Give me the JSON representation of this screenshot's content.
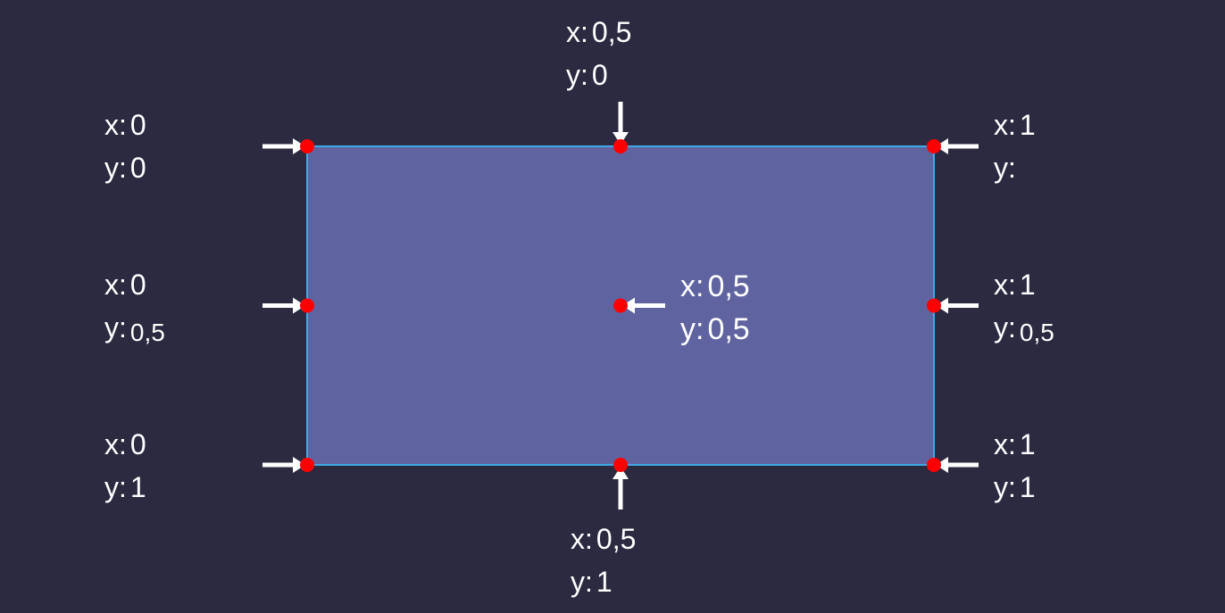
{
  "colors": {
    "background": "#2b2a40",
    "rect_fill": "#5f64a1",
    "rect_stroke": "#3fa9e6",
    "point": "#ff0000",
    "arrow": "#ffffff",
    "text": "#ffffff"
  },
  "points": [
    {
      "id": "top-left",
      "x_label": "x:",
      "x_value": "0",
      "y_label": "y:",
      "y_value": "0",
      "arrow_from": "left"
    },
    {
      "id": "top-center",
      "x_label": "x:",
      "x_value": "0,5",
      "y_label": "y:",
      "y_value": "0",
      "arrow_from": "top"
    },
    {
      "id": "top-right",
      "x_label": "x:",
      "x_value": "1",
      "y_label": "y:",
      "y_value": "",
      "arrow_from": "right"
    },
    {
      "id": "middle-left",
      "x_label": "x:",
      "x_value": "0",
      "y_label": "y:",
      "y_value": "0,5",
      "arrow_from": "left"
    },
    {
      "id": "center",
      "x_label": "x:",
      "x_value": "0,5",
      "y_label": "y:",
      "y_value": "0,5",
      "arrow_from": "right"
    },
    {
      "id": "middle-right",
      "x_label": "x:",
      "x_value": "1",
      "y_label": "y:",
      "y_value": "0,5",
      "arrow_from": "right"
    },
    {
      "id": "bottom-left",
      "x_label": "x:",
      "x_value": "0",
      "y_label": "y:",
      "y_value": "1",
      "arrow_from": "left"
    },
    {
      "id": "bottom-center",
      "x_label": "x:",
      "x_value": "0,5",
      "y_label": "y:",
      "y_value": "1",
      "arrow_from": "bottom"
    },
    {
      "id": "bottom-right",
      "x_label": "x:",
      "x_value": "1",
      "y_label": "y:",
      "y_value": "1",
      "arrow_from": "right"
    }
  ]
}
